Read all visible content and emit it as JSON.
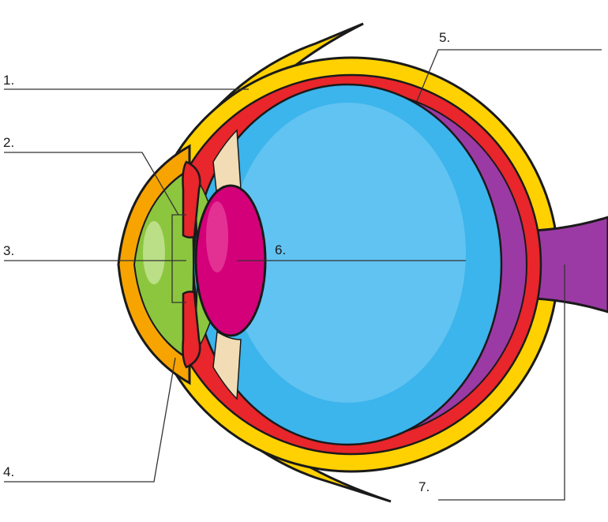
{
  "labels": {
    "l1": "1.",
    "l2": "2.",
    "l3": "3.",
    "l4": "4.",
    "l5": "5.",
    "l6": "6.",
    "l7": "7."
  },
  "colors": {
    "sclera": "#ffd100",
    "outline": "#1a1a1a",
    "choroid": "#e8262b",
    "retina": "#9b3aa5",
    "vitreous": "#3cb4ec",
    "vitreous_highlight": "#7fd0f5",
    "lens": "#d4007a",
    "aqueous": "#8cc63f",
    "cornea": "#f7a400",
    "ligament": "#f1dcb5"
  }
}
